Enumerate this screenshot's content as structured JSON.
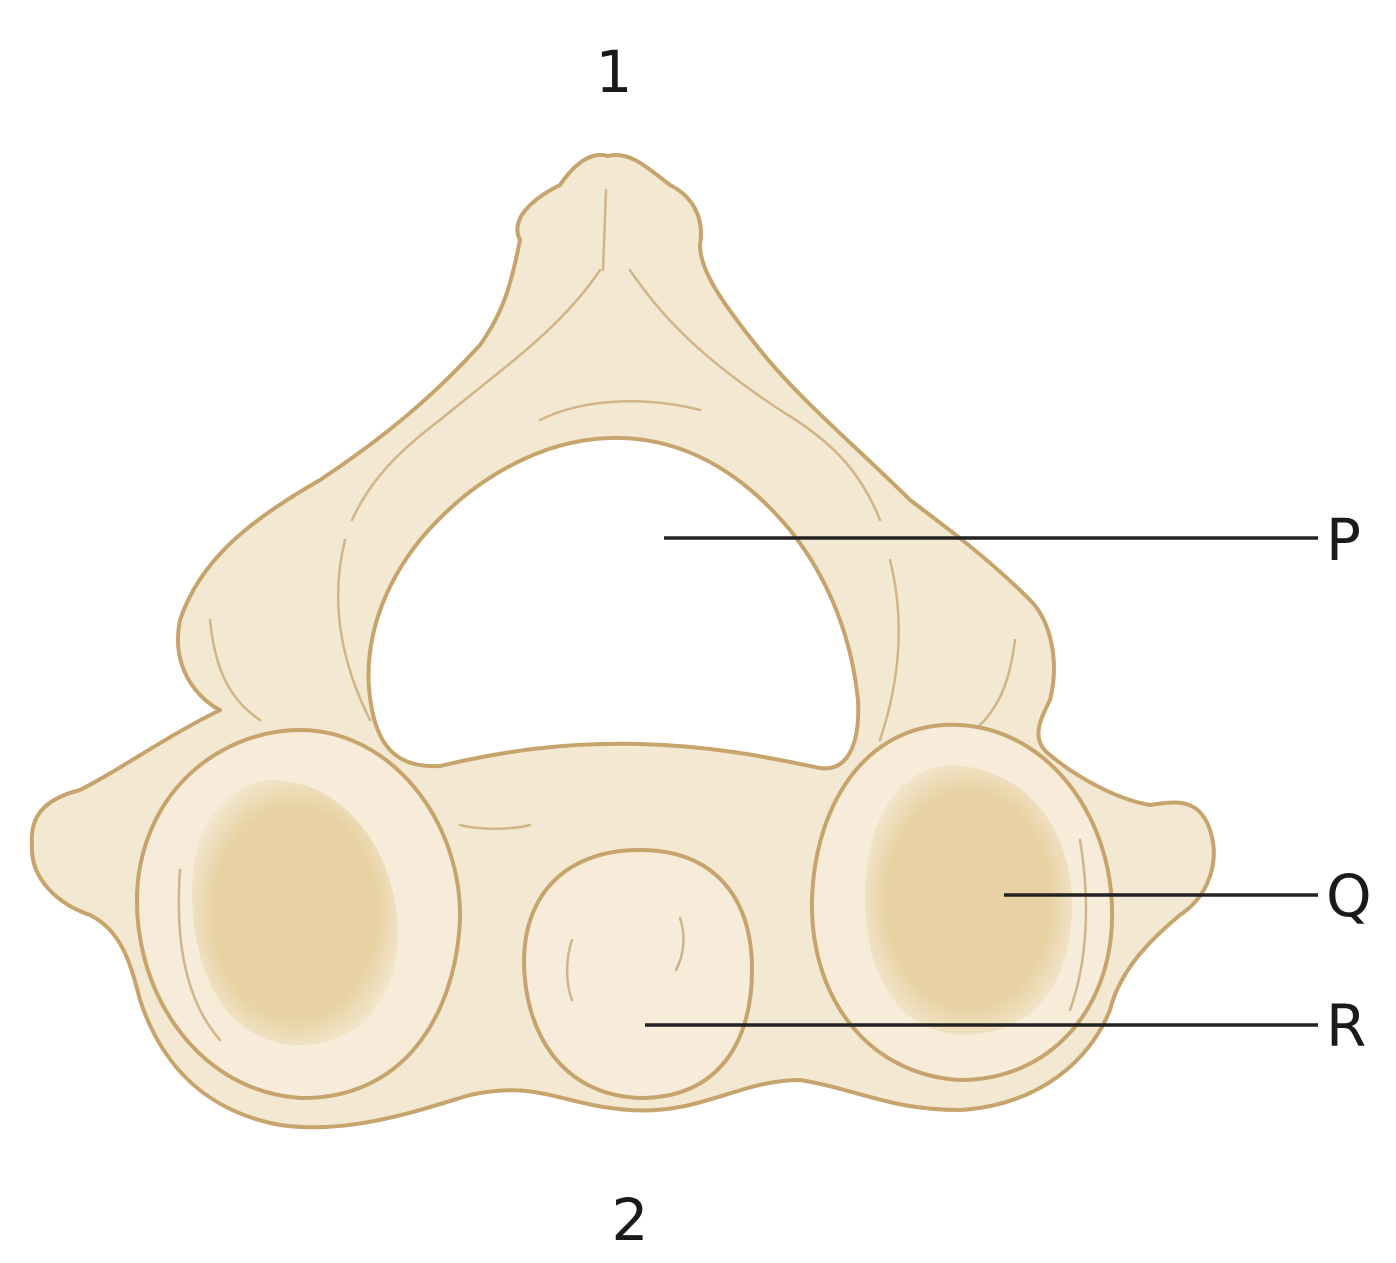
{
  "diagram": {
    "orientation_labels": {
      "top": "1",
      "bottom": "2"
    },
    "callouts": [
      {
        "id": "P",
        "label": "P"
      },
      {
        "id": "Q",
        "label": "Q"
      },
      {
        "id": "R",
        "label": "R"
      }
    ],
    "colors": {
      "bone_fill": "#f3e8d2",
      "bone_outline": "#c8a46d",
      "facet_fill": "#e8d2a3",
      "leader_line": "#222222",
      "label_text": "#1a1a1a",
      "background": "#ffffff"
    }
  }
}
